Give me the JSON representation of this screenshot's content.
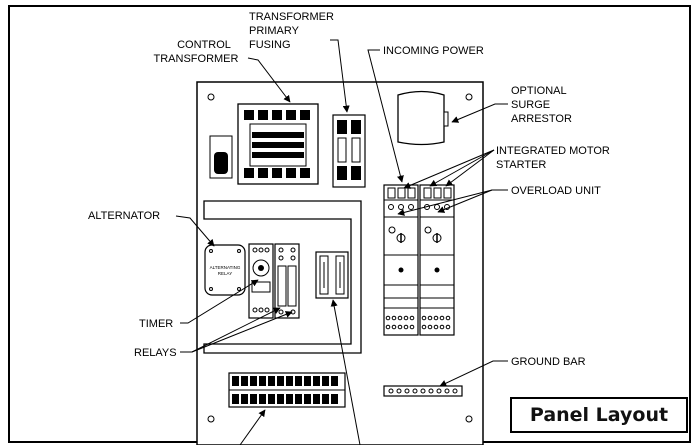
{
  "labels": {
    "control_transformer": [
      "CONTROL",
      "TRANSFORMER"
    ],
    "transformer_primary_fusing": [
      "TRANSFORMER",
      "PRIMARY",
      "FUSING"
    ],
    "incoming_power": "INCOMING POWER",
    "optional_surge_arrestor": [
      "OPTIONAL",
      "SURGE",
      "ARRESTOR"
    ],
    "integrated_motor_starter": [
      "INTEGRATED MOTOR",
      "STARTER"
    ],
    "overload_unit": "OVERLOAD UNIT",
    "alternator": "ALTERNATOR",
    "timer": "TIMER",
    "relays": "RELAYS",
    "ground_bar": "GROUND BAR"
  },
  "alternator_relay_text": [
    "ALTERNATING",
    "RELAY"
  ],
  "caption": "Panel Layout",
  "colors": {
    "line": "#000000",
    "background": "#ffffff",
    "component_fill": "#ffffff",
    "dark_fill": "#000000"
  }
}
